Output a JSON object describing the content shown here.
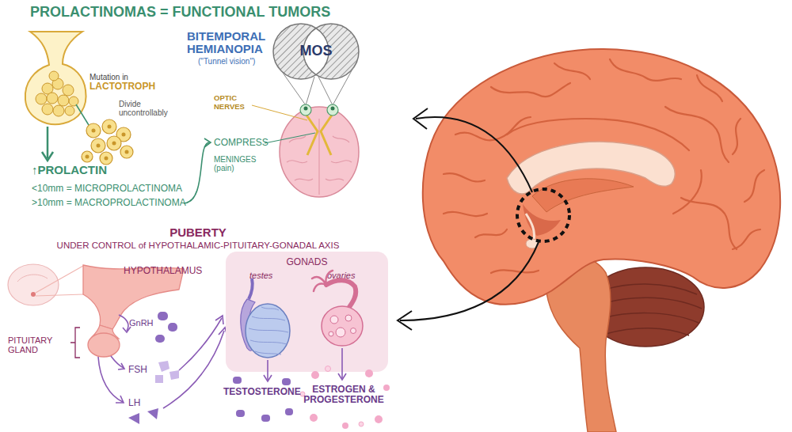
{
  "diagram": {
    "title": "PROLACTINOMAS = FUNCTIONAL TUMORS",
    "nodes": [
      {
        "text": [
          "GONADS",
          "testes",
          "ovaries"
        ]
      }
    ],
    "labels": [
      "Mutation in",
      "LACTOTROPH",
      "Divide uncontrollably",
      "BITEMPORAL HEMIANOPIA",
      "(\"Tunnel vision\")",
      "MOS",
      "OPTIC NERVES",
      "COMPRESS",
      "MENINGES (pain)",
      "↑PROLACTIN",
      "<10mm = MICROPROLACTINOMA",
      ">10mm = MACROPROLACTINOMA",
      "PUBERTY",
      "UNDER CONTROL of HYPOTHALAMIC-PITUITARY-GONADAL AXIS",
      "HYPOTHALAMUS",
      "GnRH",
      "PITUITARY GLAND",
      "FSH",
      "LH",
      "TESTOSTERONE",
      "ESTROGEN & PROGESTERONE"
    ]
  }
}
